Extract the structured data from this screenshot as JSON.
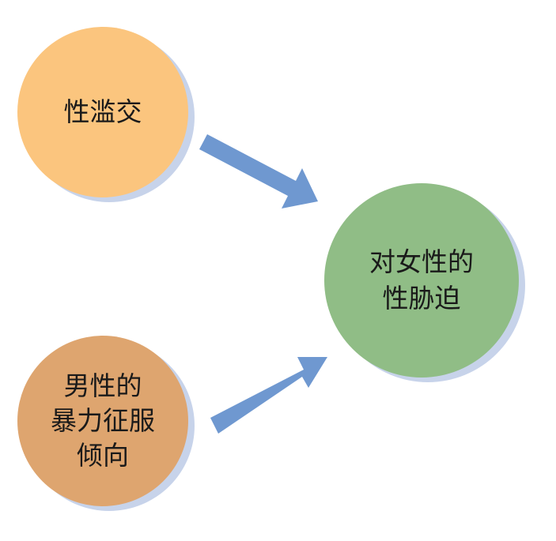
{
  "nodes": {
    "sexual_promiscuity": {
      "label": "性滥交",
      "color": "#fbc57e"
    },
    "male_dominance": {
      "label": "男性的\n暴力征服\n倾向",
      "color": "#dea56f"
    },
    "sexual_coercion": {
      "label": "对女性的\n性胁迫",
      "color": "#90bd86"
    }
  },
  "edges": [
    {
      "from": "sexual_promiscuity",
      "to": "sexual_coercion"
    },
    {
      "from": "male_dominance",
      "to": "sexual_coercion"
    }
  ],
  "colors": {
    "arrow": "#6f98d0",
    "shadow": "#c7d3ea"
  }
}
